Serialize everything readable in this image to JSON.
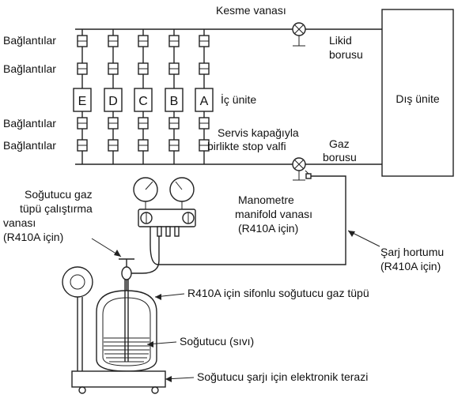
{
  "labels": {
    "kesme_vanasi": "Kesme vanası",
    "likid_1": "Likid",
    "likid_2": "borusu",
    "gaz_1": "Gaz",
    "gaz_2": "borusu",
    "dis_unite": "Dış ünite",
    "ic_unite": "İç ünite",
    "baglantilar": "Bağlantılar",
    "servis_1": "Servis kapağıyla",
    "servis_2": "birlikte stop valfi",
    "sogutucu_vana_1": "Soğutucu gaz",
    "sogutucu_vana_2": "tüpü çalıştırma",
    "sogutucu_vana_3": "vanası",
    "sogutucu_vana_4": "(R410A için)",
    "manometre_1": "Manometre",
    "manometre_2": "manifold vanası",
    "manometre_3": "(R410A için)",
    "sarj_1": "Şarj hortumu",
    "sarj_2": "(R410A için)",
    "sifonlu_tup": "R410A için sifonlu soğutucu gaz tüpü",
    "sogutucu_sivi": "Soğutucu (sıvı)",
    "terazi": "Soğutucu şarjı için elektronik terazi"
  },
  "units": [
    "E",
    "D",
    "C",
    "B",
    "A"
  ]
}
